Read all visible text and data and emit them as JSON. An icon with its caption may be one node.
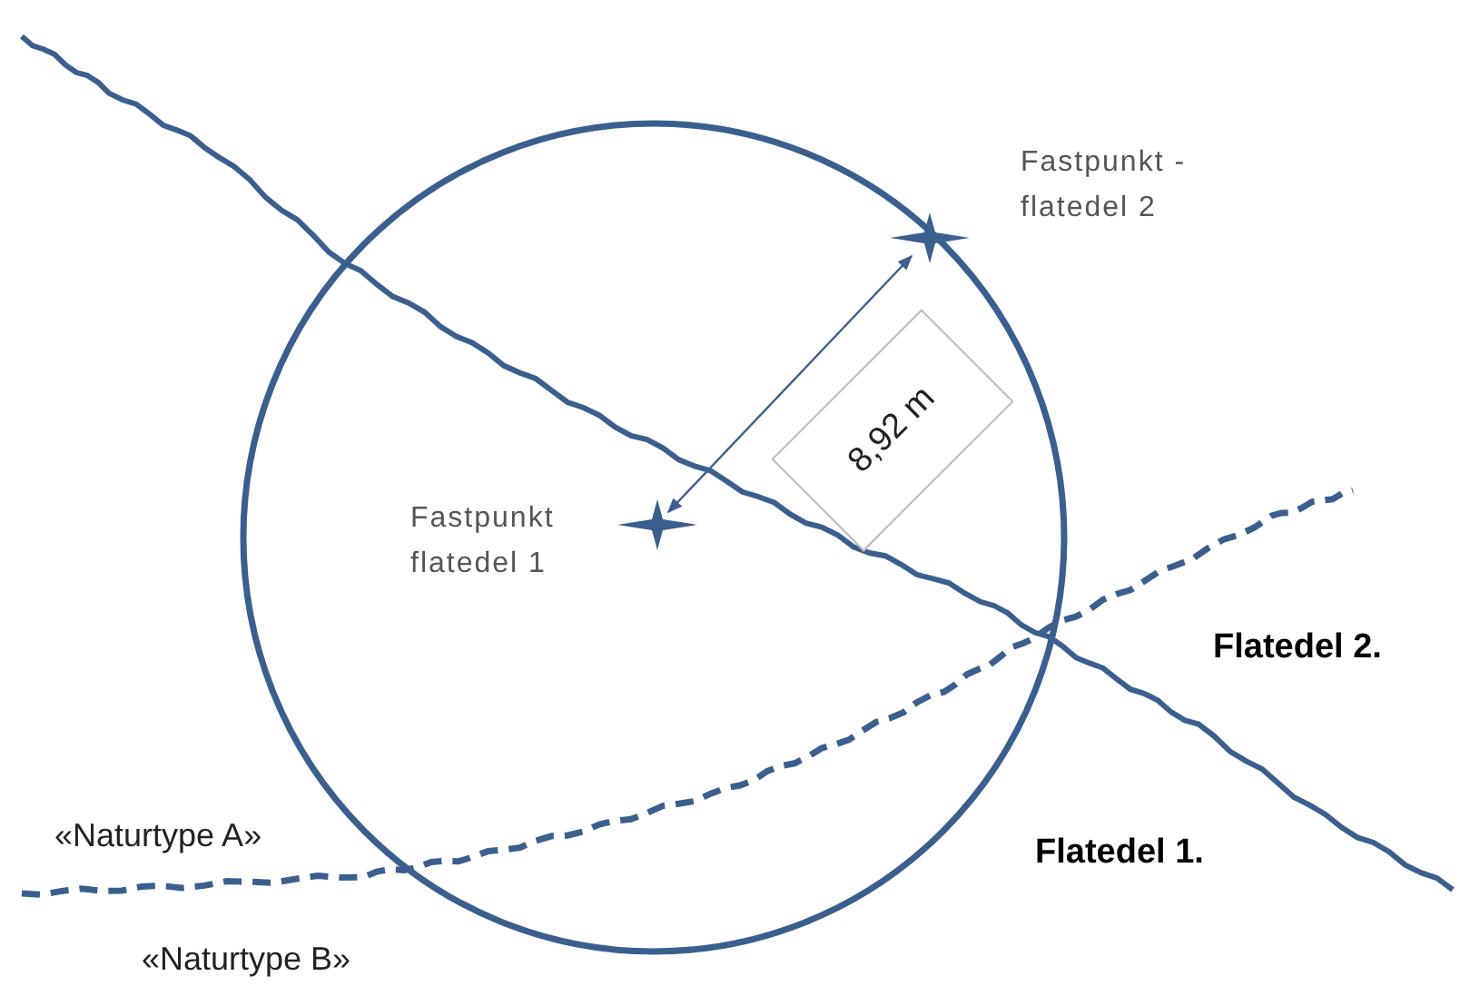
{
  "diagram": {
    "labels": [
      "Fastpunkt - flatedel 2",
      "8,92 m",
      "Fastpunkt flatedel 1",
      "Flatedel 2.",
      "«Naturtype A»",
      "Flatedel 1.",
      "«Naturtype B»"
    ]
  }
}
